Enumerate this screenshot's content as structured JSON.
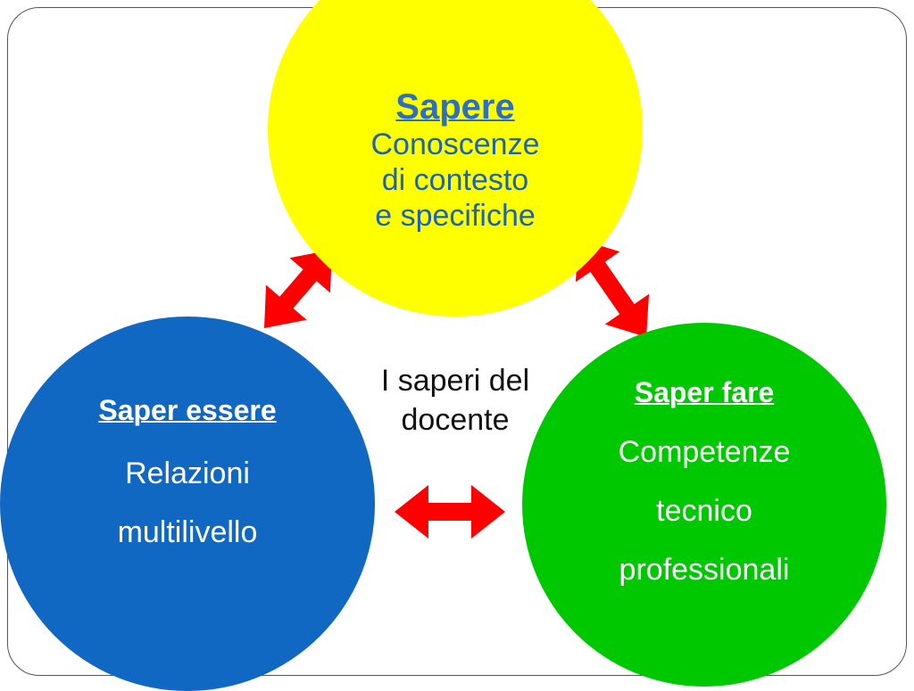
{
  "diagram": {
    "center_label": [
      "I saperi del",
      "docente"
    ],
    "nodes": {
      "sapere": {
        "title": "Sapere",
        "lines": [
          "Conoscenze",
          "di contesto",
          "e specifiche"
        ],
        "color": "#ffff00"
      },
      "saper_essere": {
        "title": "Saper essere",
        "lines": [
          "Relazioni",
          "multilivello"
        ],
        "color": "#1168c3"
      },
      "saper_fare": {
        "title": "Saper fare",
        "lines": [
          "Competenze",
          "tecnico",
          "professionali"
        ],
        "color": "#00c800"
      }
    },
    "connectors": [
      {
        "from": "saper_essere",
        "to": "sapere",
        "type": "double-arrow"
      },
      {
        "from": "sapere",
        "to": "saper_fare",
        "type": "double-arrow"
      },
      {
        "from": "saper_essere",
        "to": "saper_fare",
        "type": "double-arrow"
      }
    ],
    "arrow_color": "#ff0000"
  }
}
